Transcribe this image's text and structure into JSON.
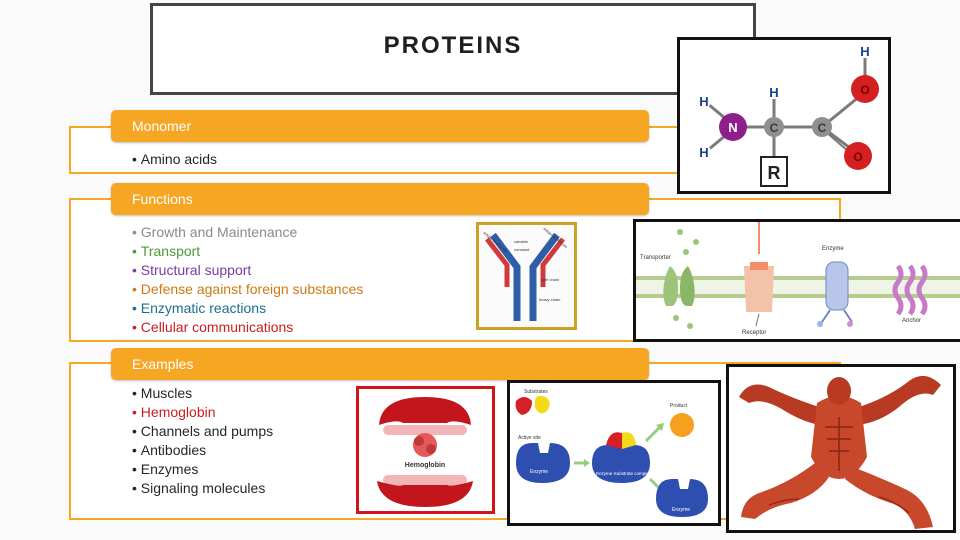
{
  "title": "PROTEINS",
  "monomer": {
    "header": "Monomer",
    "items": [
      {
        "text": "Amino acids",
        "color": "#262626"
      }
    ]
  },
  "functions": {
    "header": "Functions",
    "items": [
      {
        "text": "Growth and Maintenance",
        "color": "#8a8a8a"
      },
      {
        "text": "Transport",
        "color": "#4a9a3a"
      },
      {
        "text": "Structural support",
        "color": "#7a3aa6"
      },
      {
        "text": "Defense against foreign substances",
        "color": "#d07a12"
      },
      {
        "text": "Enzymatic reactions",
        "color": "#1c6f8c"
      },
      {
        "text": "Cellular communications",
        "color": "#cc1e1e"
      }
    ]
  },
  "examples": {
    "header": "Examples",
    "items": [
      {
        "text": "Muscles",
        "color": "#262626"
      },
      {
        "text": "Hemoglobin",
        "color": "#cc1e1e"
      },
      {
        "text": "Channels and pumps",
        "color": "#262626"
      },
      {
        "text": "Antibodies",
        "color": "#262626"
      },
      {
        "text": "Enzymes",
        "color": "#262626"
      },
      {
        "text": "Signaling molecules",
        "color": "#262626"
      }
    ]
  },
  "amino_acid_diagram": {
    "atoms": {
      "h": "H",
      "n": "N",
      "c": "C",
      "o": "O",
      "r": "R"
    }
  },
  "antibody_diagram": {
    "labels": {
      "variable": "variable",
      "constant": "constant",
      "light_chain": "light chain",
      "heavy_chain": "heavy chain",
      "antigen_binding": "antigen binding site"
    }
  },
  "membrane_diagram": {
    "labels": {
      "transporter": "Transporter",
      "enzyme": "Enzyme",
      "receptor": "Receptor",
      "anchor": "Anchor"
    }
  },
  "hemoglobin_diagram": {
    "label": "Hemoglobin"
  },
  "enzyme_diagram": {
    "labels": {
      "substrates": "Substrates",
      "product": "Product",
      "active_site": "Active site",
      "enzyme": "Enzyme",
      "complex": "Enzyme-Substrate complex",
      "enzyme_after": "Enzyme"
    }
  },
  "colors": {
    "accent": "#f5a623",
    "title_border": "#454545"
  }
}
